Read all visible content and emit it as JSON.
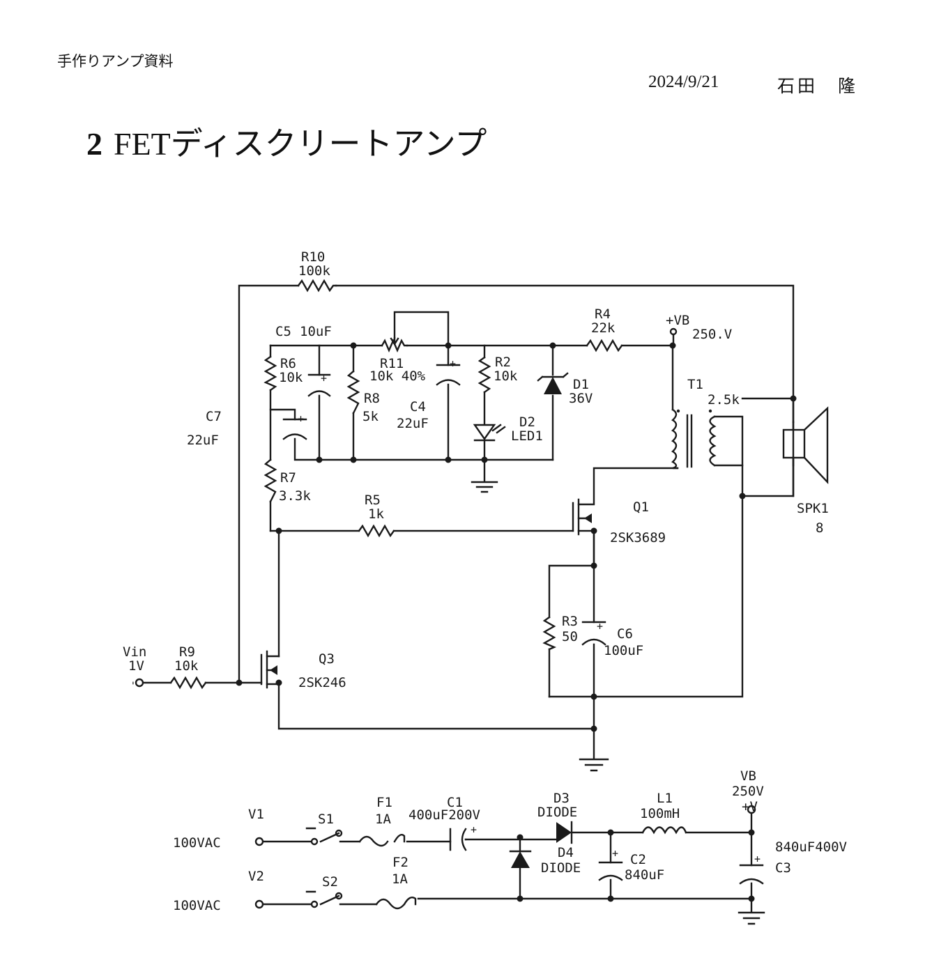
{
  "header": {
    "subtitle": "手作りアンプ資料",
    "date": "2024/9/21",
    "author": "石田　隆",
    "title_num": "2",
    "title_text": "FETディスクリートアンプ"
  },
  "labels": {
    "R10": "R10",
    "R10_val": "100k",
    "C5": "C5",
    "C5_val": "10uF",
    "R6": "R6",
    "R6_val": "10k",
    "R8": "R8",
    "R8_val": "5k",
    "R11": "R11",
    "R11_val": "10k 40%",
    "C4": "C4",
    "C4_val": "22uF",
    "R2": "R2",
    "R2_val": "10k",
    "D1": "D1",
    "D1_val": "36V",
    "D2": "D2",
    "D2_val": "LED1",
    "R4": "R4",
    "R4_val": "22k",
    "VB_node": "+VB",
    "VB_volt": "250.V",
    "T1": "T1",
    "T1_val": "2.5k",
    "C7": "C7",
    "C7_val": "22uF",
    "R7": "R7",
    "R7_val": "3.3k",
    "R5": "R5",
    "R5_val": "1k",
    "Q1": "Q1",
    "Q1_val": "2SK3689",
    "SPK1": "SPK1",
    "SPK1_val": "8",
    "R3": "R3",
    "R3_val": "50",
    "C6": "C6",
    "C6_val": "100uF",
    "Vin": "Vin",
    "Vin_val": "1V",
    "R9": "R9",
    "R9_val": "10k",
    "Q3": "Q3",
    "Q3_val": "2SK246",
    "V1": "V1",
    "V1_val": "100VAC",
    "V2": "V2",
    "V2_val": "100VAC",
    "S1": "S1",
    "S2": "S2",
    "F1": "F1",
    "F1_val": "1A",
    "F2": "F2",
    "F2_val": "1A",
    "C1": "C1",
    "C1_val": "400uF200V",
    "D3": "D3",
    "D3_val": "DIODE",
    "D4": "D4",
    "D4_val": "DIODE",
    "L1": "L1",
    "L1_val": "100mH",
    "C2": "C2",
    "C2_val": "840uF",
    "VB_supply": "VB",
    "VB_supply_val": "250V",
    "plusV": "+V",
    "C3": "C3",
    "C3_val": "840uF400V",
    "plus": "+",
    "pin_minus": "-",
    "pin_plus": "+"
  },
  "colors": {
    "ink": "#1a1a1a",
    "paper": "#ffffff"
  }
}
